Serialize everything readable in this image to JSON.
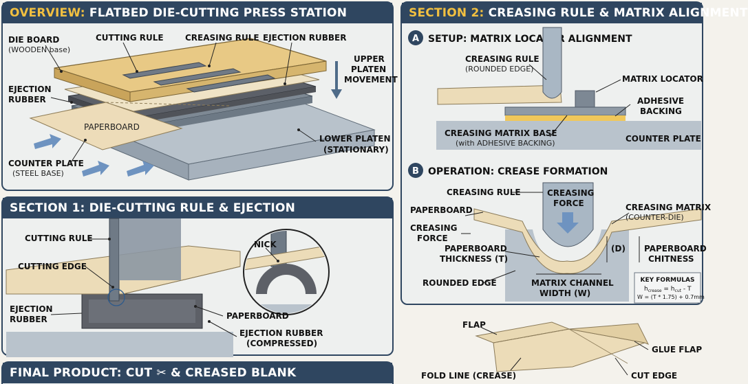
{
  "overview": {
    "title_accent": "OVERVIEW:",
    "title_rest": " FLATBED DIE-CUTTING PRESS STATION",
    "labels": {
      "die_board": "DIE BOARD",
      "die_board_sub": "(WOODEN base)",
      "cutting_rule": "CUTTING RULE",
      "creasing_rule": "CREASING RULE",
      "ejection_rubber_top": "EJECTION RUBBER",
      "upper_platen_1": "UPPER",
      "upper_platen_2": "PLATEN",
      "upper_platen_3": "MOVEMENT",
      "ejection_rubber_left_1": "EJECTION",
      "ejection_rubber_left_2": "RUBBER",
      "paperboard": "PAPERBOARD",
      "counter_plate": "COUNTER PLATE",
      "counter_plate_sub": "(STEEL BASE)",
      "lower_platen_1": "LOWER PLATEN",
      "lower_platen_2": "(STATIONARY)"
    }
  },
  "section1": {
    "title": "SECTION 1: DIE-CUTTING RULE & EJECTION",
    "labels": {
      "cutting_rule": "CUTTING RULE",
      "cutting_edge": "CUTTING EDGE",
      "ejection_rubber_1": "EJECTION",
      "ejection_rubber_2": "RUBBER",
      "paperboard": "PAPERBOARD",
      "ejection_compressed_1": "EJECTION RUBBER",
      "ejection_compressed_2": "(COMPRESSED)",
      "nick": "NICK"
    }
  },
  "final_product": {
    "title": "FINAL PRODUCT: CUT ✂ & CREASED BLANK",
    "labels": {
      "flap": "FLAP",
      "glue_flap": "GLUE FLAP",
      "fold_line": "FOLD LINE (CREASE)",
      "cut_edge": "CUT EDGE"
    }
  },
  "section2": {
    "title_accent": "SECTION 2:",
    "title_rest": " CREASING RULE & MATRIX ALIGNMENT",
    "badge_a": "A",
    "setup_title": "SETUP: MATRIX LOCATOR ALIGNMENT",
    "setup_labels": {
      "creasing_rule": "CREASING RULE",
      "creasing_rule_sub": "(ROUNDED EDGE)",
      "matrix_locator": "MATRIX LOCATOR",
      "adhesive_1": "ADHESIVE",
      "adhesive_2": "BACKING",
      "matrix_base": "CREASING MATRIX BASE",
      "matrix_base_sub": "(with ADHESIVE BACKING)",
      "counter_plate": "COUNTER PLATE"
    },
    "badge_b": "B",
    "operation_title": "OPERATION: CREASE FORMATION",
    "operation_labels": {
      "creasing_rule": "CREASING RULE",
      "creasing_force_top_1": "CREASING",
      "creasing_force_top_2": "FORCE",
      "paperboard": "PAPERBOARD",
      "creasing_matrix": "CREASING MATRIX",
      "creasing_matrix_sub": "(COUNTER-DIE)",
      "creasing_force_left_1": "CREASING",
      "creasing_force_left_2": "FORCE",
      "thickness_1": "PAPERBOARD",
      "thickness_2": "THICKNESS (T)",
      "depth": "(D)",
      "chitness_1": "PAPERBOARD",
      "chitness_2": "CHITNESS",
      "rounded_edge": "ROUNDED EDGE",
      "channel_1": "MATRIX CHANNEL",
      "channel_2": "WIDTH (W)"
    },
    "formulas": {
      "title": "KEY FORMULAS",
      "f1_h": "h",
      "f1_sub1": "crease",
      "f1_eq": " = h",
      "f1_sub2": "cut",
      "f1_tail": " - T",
      "f2": "W = (T * 1.75) + 0.7mm"
    }
  },
  "colors": {
    "header": "#2f4660",
    "accent": "#f2c040",
    "board": "#e9cd8a",
    "paper": "#ecdcb8",
    "steel": "#8f9aa5"
  }
}
